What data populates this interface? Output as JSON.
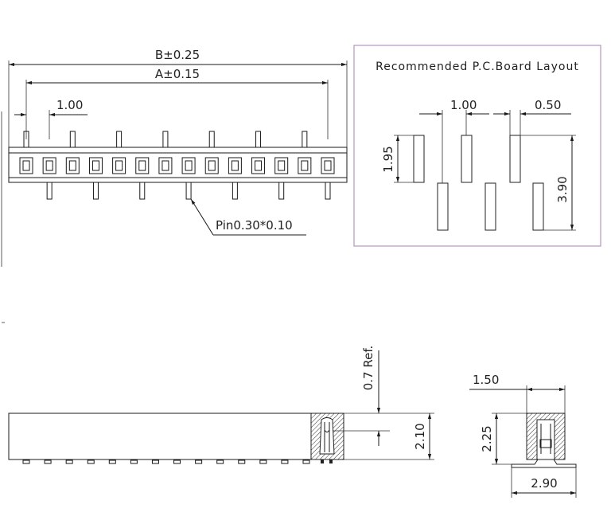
{
  "top_view": {
    "dim_b": "B±0.25",
    "dim_a": "A±0.15",
    "pitch": "1.00",
    "pin_label": "Pin0.30*0.10",
    "pin_count": 14
  },
  "pcb_layout": {
    "title": "Recommended P.C.Board Layout",
    "pitch": "1.00",
    "pad_width": "0.50",
    "pad_length": "1.95",
    "overall_span": "3.90"
  },
  "side_view": {
    "height": "2.10",
    "ref_note": "0.7 Ref."
  },
  "end_view": {
    "width_top": "1.50",
    "height": "2.25",
    "width_bottom": "2.90"
  },
  "colors": {
    "line": "#1a1a1a",
    "layout_border": "#b594bf"
  }
}
